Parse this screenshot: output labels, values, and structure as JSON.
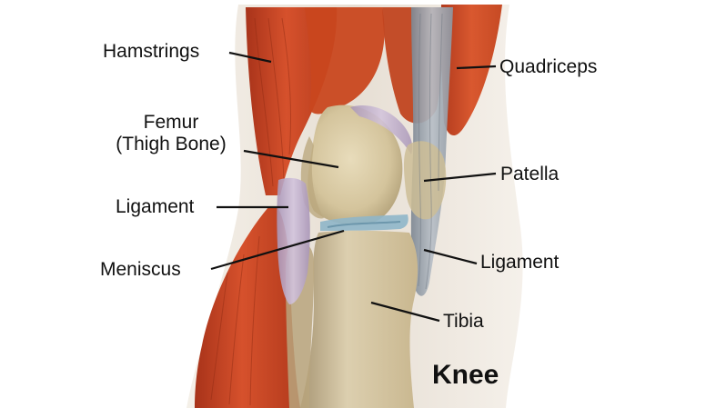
{
  "title": "Knee",
  "labels": {
    "hamstrings": "Hamstrings",
    "quadriceps": "Quadriceps",
    "femur_line1": "Femur",
    "femur_line2": "(Thigh Bone)",
    "patella": "Patella",
    "ligament_left": "Ligament",
    "ligament_right": "Ligament",
    "meniscus": "Meniscus",
    "tibia": "Tibia"
  },
  "colors": {
    "muscle": "#c8401f",
    "muscle_dark": "#9e2a12",
    "bone": "#d8c9a3",
    "ligament": "#b9a6c8",
    "tendon": "#9aa3ad",
    "meniscus": "#8fb6c9",
    "skin": "#ede6dc",
    "leader": "#111111"
  }
}
